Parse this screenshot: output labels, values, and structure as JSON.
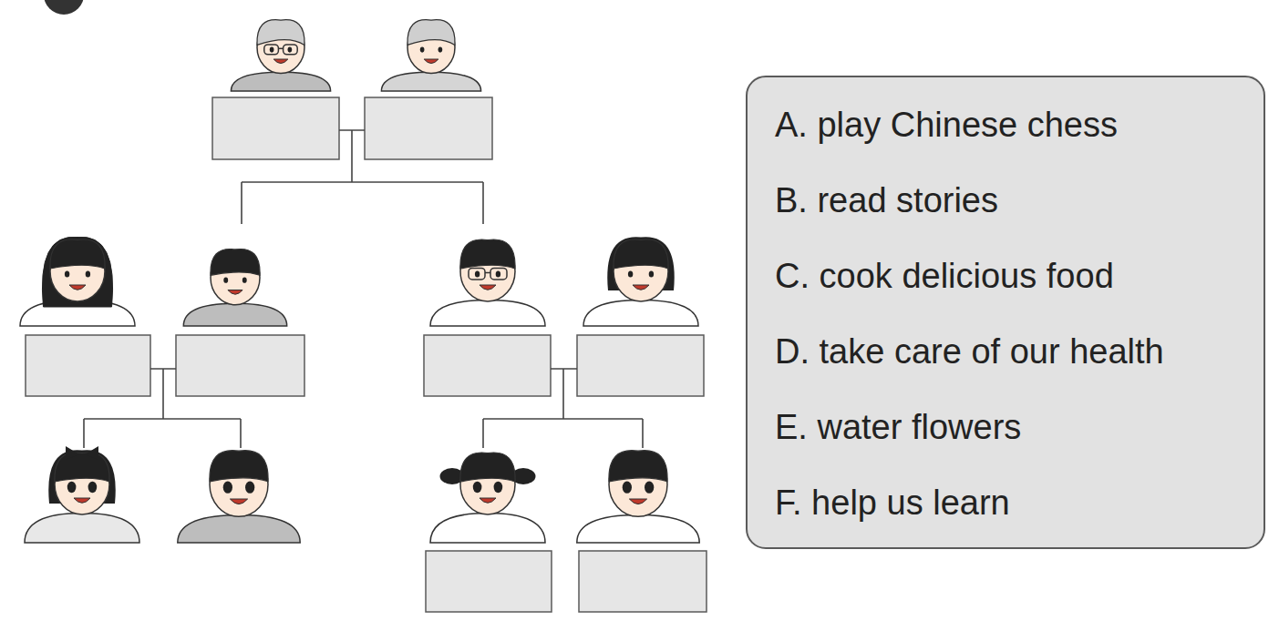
{
  "diagram": {
    "nodes": [
      {
        "text": [
          "A. play Chinese chess",
          "B. read stories",
          "C. cook delicious food",
          "D. take care of our health",
          "E. water flowers",
          "F. help us learn"
        ]
      }
    ]
  }
}
